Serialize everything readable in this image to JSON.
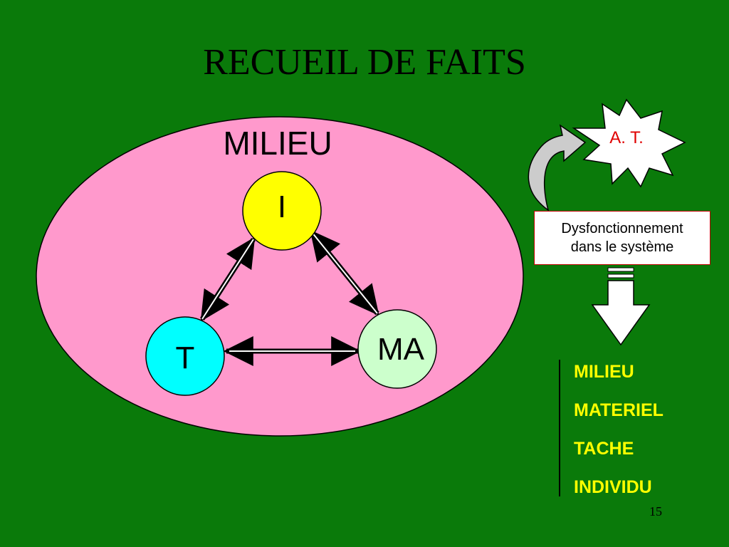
{
  "title": "RECUEIL DE FAITS",
  "milieu_label": "MILIEU",
  "nodes": {
    "individu": "I",
    "tache": "T",
    "materiel": "MA"
  },
  "accident": "A. T.",
  "dysfonction": {
    "line1": "Dysfonctionnement",
    "line2": "dans le système"
  },
  "factors": [
    "MILIEU",
    "MATERIEL",
    "TACHE",
    "INDIVIDU"
  ],
  "page_number": "15",
  "colors": {
    "background": "#0a7a0a",
    "ellipse": "#ff99cc",
    "node_i": "#ffff00",
    "node_t": "#00ffff",
    "node_ma": "#ccffcc",
    "factor_text": "#ffff00",
    "accident_text": "#e00000"
  }
}
